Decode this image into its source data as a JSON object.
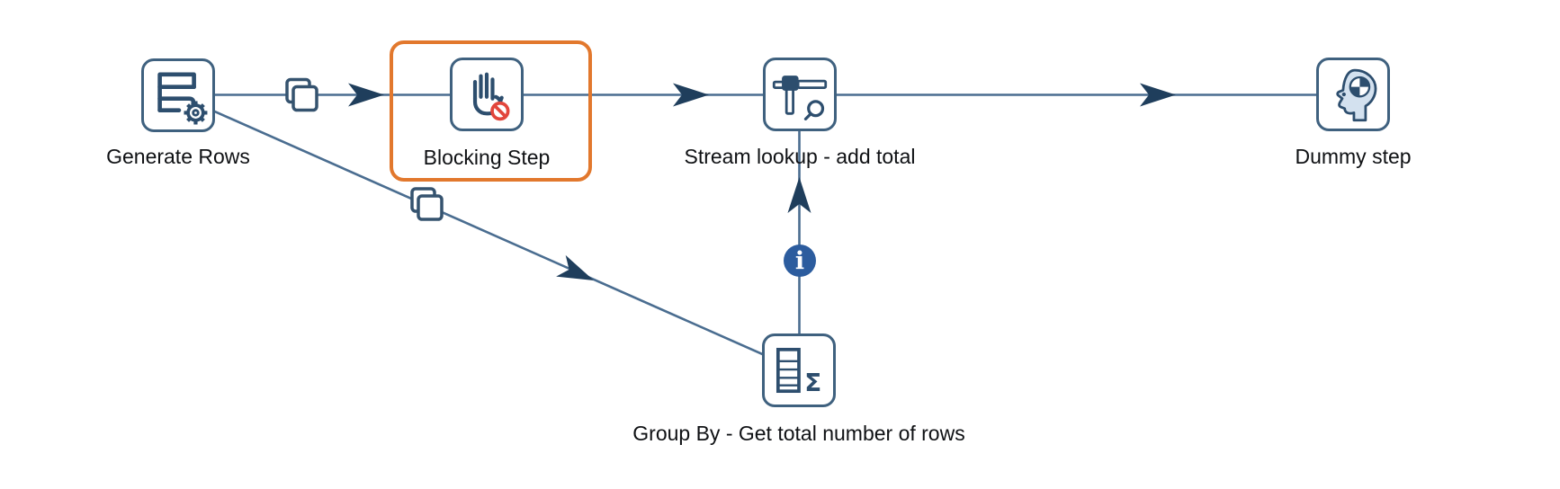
{
  "canvas": {
    "type": "transformation-flow",
    "background": "#ffffff"
  },
  "steps": [
    {
      "id": "generate-rows",
      "label": "Generate Rows",
      "icon": "table-gear-icon",
      "highlighted": false
    },
    {
      "id": "blocking-step",
      "label": "Blocking Step",
      "icon": "hand-block-icon",
      "highlighted": true
    },
    {
      "id": "stream-lookup",
      "label": "Stream lookup - add total",
      "icon": "tee-lookup-icon",
      "highlighted": false
    },
    {
      "id": "dummy-step",
      "label": "Dummy step",
      "icon": "head-target-icon",
      "highlighted": false
    },
    {
      "id": "group-by",
      "label": "Group By - Get total number of rows",
      "icon": "rows-sigma-icon",
      "highlighted": false
    }
  ],
  "hops": [
    {
      "from": "Generate Rows",
      "to": "Blocking Step",
      "marker": "copy-rows-icon"
    },
    {
      "from": "Blocking Step",
      "to": "Stream lookup - add total",
      "marker": null
    },
    {
      "from": "Stream lookup - add total",
      "to": "Dummy step",
      "marker": null
    },
    {
      "from": "Generate Rows",
      "to": "Group By - Get total number of rows",
      "marker": "copy-rows-icon"
    },
    {
      "from": "Group By - Get total number of rows",
      "to": "Stream lookup - add total",
      "marker": "info-stream-icon"
    }
  ],
  "icons": {
    "sigma_glyph": "Σ",
    "info_glyph": "i"
  },
  "colors": {
    "highlight_orange": "#e2782d",
    "hop_line": "#4a6d90",
    "arrow_navy": "#1f3e5c",
    "node_border": "#3f617f",
    "glyph_navy": "#2d4e6e",
    "info_blue": "#2c5c9e",
    "block_red": "#e2463c",
    "head_fill": "#d3e1ef"
  }
}
